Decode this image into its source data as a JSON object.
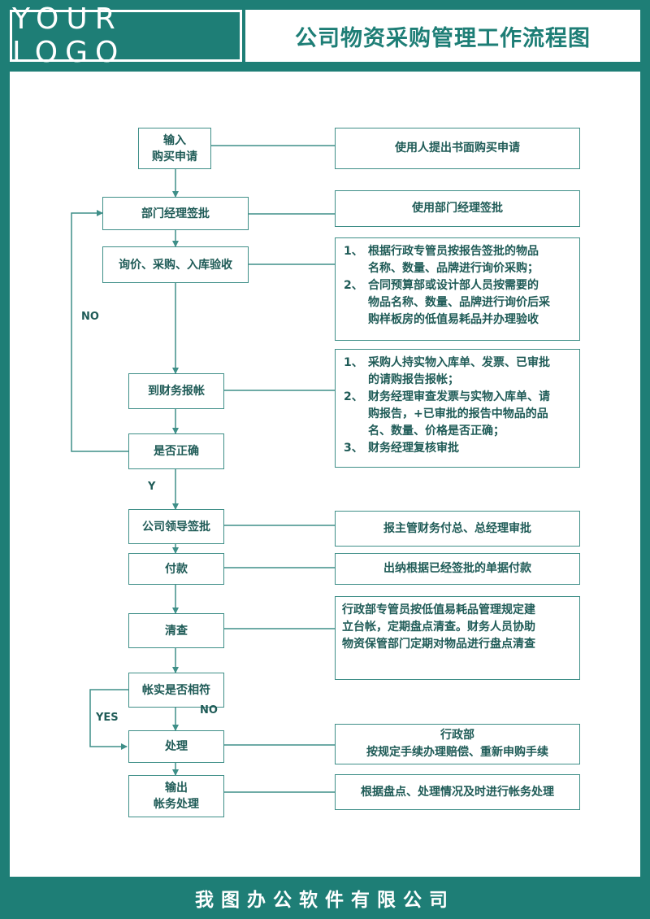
{
  "header": {
    "logo": "YOUR LOGO",
    "title": "公司物资采购管理工作流程图"
  },
  "footer": {
    "company": "我图办公软件有限公司"
  },
  "colors": {
    "accent": "#1e7e76",
    "line": "#3f8f88",
    "text": "#1f5b57"
  },
  "steps": [
    {
      "line1": "输入",
      "line2": "购买申请"
    },
    {
      "line1": "部门经理签批"
    },
    {
      "line1": "询价、采购、入库验收"
    },
    {
      "line1": "到财务报帐"
    },
    {
      "line1": "是否正确"
    },
    {
      "line1": "公司领导签批"
    },
    {
      "line1": "付款"
    },
    {
      "line1": "清查"
    },
    {
      "line1": "帐实是否相符"
    },
    {
      "line1": "处理"
    },
    {
      "line1": "输出",
      "line2": "帐务处理"
    }
  ],
  "notes": {
    "n1": {
      "text": "使用人提出书面购买申请"
    },
    "n2": {
      "text": "使用部门经理签批"
    },
    "n3": {
      "items": [
        {
          "num": "1、",
          "lines": [
            "根据行政专管员按报告签批的物品",
            "名称、数量、品牌进行询价采购；"
          ]
        },
        {
          "num": "2、",
          "lines": [
            "合同预算部或设计部人员按需要的",
            "物品名称、数量、品牌进行询价后采",
            "购样板房的低值易耗品并办理验收"
          ]
        }
      ]
    },
    "n4": {
      "items": [
        {
          "num": "1、",
          "lines": [
            "采购人持实物入库单、发票、已审批",
            "的请购报告报帐；"
          ]
        },
        {
          "num": "2、",
          "lines": [
            "财务经理审查发票与实物入库单、请",
            "购报告，+已审批的报告中物品的品",
            "名、数量、价格是否正确；"
          ]
        },
        {
          "num": "3、",
          "lines": [
            "财务经理复核审批"
          ]
        }
      ]
    },
    "n5": {
      "text": "报主管财务付总、总经理审批"
    },
    "n6": {
      "text": "出纳根据已经签批的单据付款"
    },
    "n7": {
      "lines": [
        "行政部专管员按低值易耗品管理规定建",
        "立台帐，定期盘点清查。财务人员协助",
        "物资保管部门定期对物品进行盘点清查"
      ]
    },
    "n8": {
      "line1": "行政部",
      "line2": "按规定手续办理赔偿、重新申购手续"
    },
    "n9": {
      "text": "根据盘点、处理情况及时进行帐务处理"
    }
  },
  "labels": {
    "no_loop": "NO",
    "yes_correct": "Y",
    "yes_match": "YES",
    "no_match": "NO"
  }
}
